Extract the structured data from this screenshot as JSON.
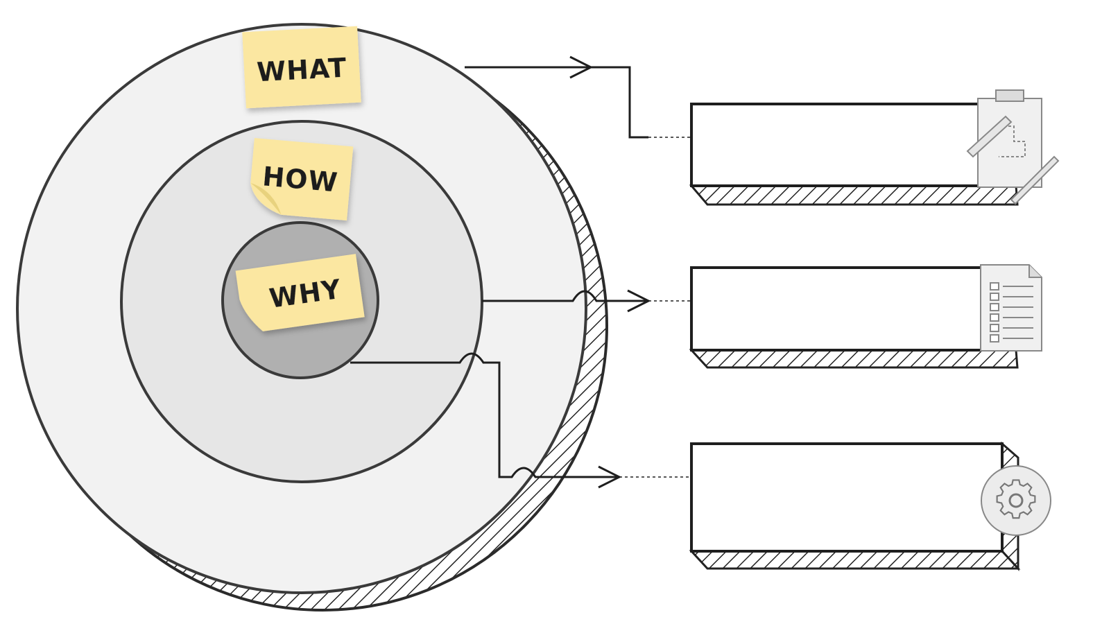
{
  "diagram": {
    "outer_circle": {
      "label": "WHAT"
    },
    "middle_circle": {
      "label": "HOW"
    },
    "inner_circle": {
      "label": "WHY"
    },
    "boxes": [
      {
        "icon": "clipboard-blueprint-icon",
        "text": ""
      },
      {
        "icon": "document-checklist-icon",
        "text": ""
      },
      {
        "icon": "gear-icon",
        "text": ""
      }
    ],
    "colors": {
      "sticky_note": "#fbe7a1",
      "outer_fill": "#f2f2f2",
      "middle_fill": "#e6e6e6",
      "inner_fill": "#b0b0b0",
      "stroke": "#2b2b2b"
    }
  }
}
